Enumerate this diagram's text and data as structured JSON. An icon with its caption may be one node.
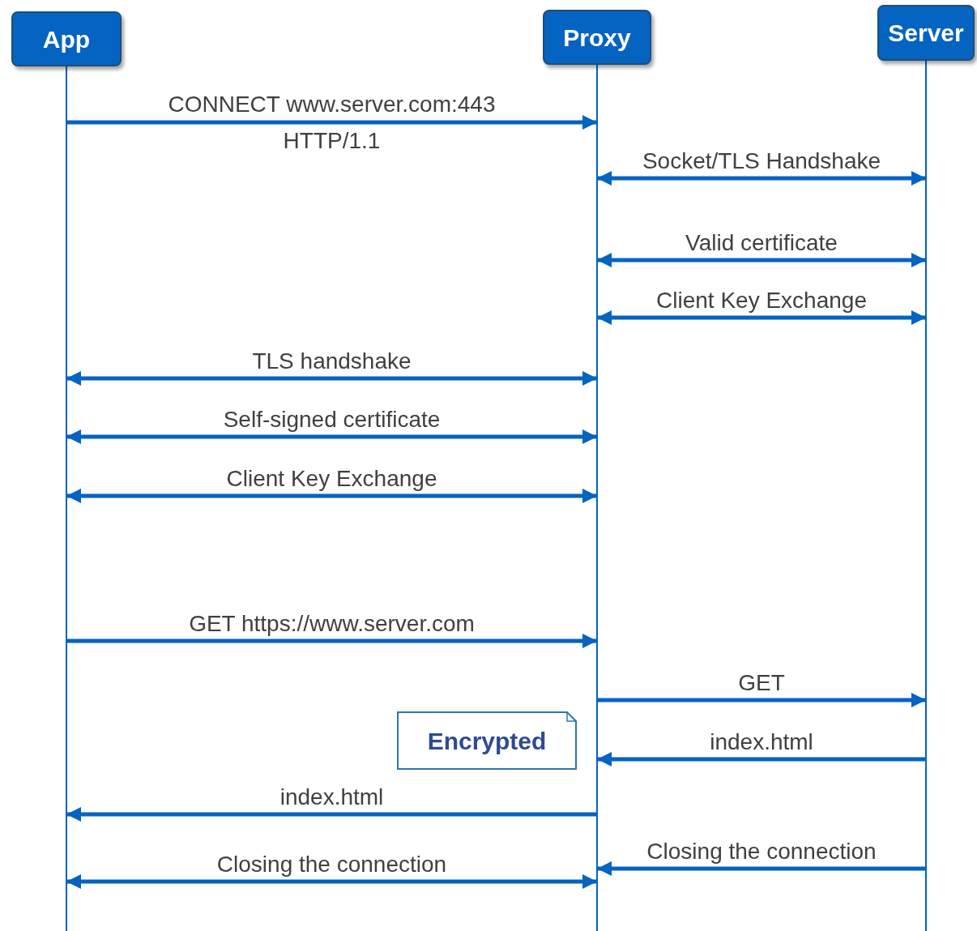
{
  "diagram": {
    "nodes": [
      {
        "text": [
          "App"
        ]
      },
      {
        "text": [
          "Proxy"
        ]
      },
      {
        "text": [
          "Server"
        ]
      },
      {
        "text": [
          "Encrypted"
        ]
      }
    ],
    "edges": [
      {
        "from": 0,
        "to": 1,
        "arrow": "to",
        "label": "CONNECT www.server.com:443 HTTP/1.1"
      },
      {
        "from": 1,
        "to": 2,
        "arrow": "both",
        "label": "Socket/TLS Handshake"
      },
      {
        "from": 1,
        "to": 2,
        "arrow": "both",
        "label": "Valid certificate"
      },
      {
        "from": 1,
        "to": 2,
        "arrow": "both",
        "label": "Client Key Exchange"
      },
      {
        "from": 0,
        "to": 1,
        "arrow": "both",
        "label": "TLS handshake"
      },
      {
        "from": 0,
        "to": 1,
        "arrow": "both",
        "label": "Self-signed certificate"
      },
      {
        "from": 0,
        "to": 1,
        "arrow": "both",
        "label": "Client Key Exchange"
      },
      {
        "from": 0,
        "to": 1,
        "arrow": "to",
        "label": "GET https://www.server.com"
      },
      {
        "from": 1,
        "to": 2,
        "arrow": "to",
        "label": "GET"
      },
      {
        "from": 2,
        "to": 1,
        "arrow": "to",
        "label": "index.html"
      },
      {
        "from": 1,
        "to": 0,
        "arrow": "to",
        "label": "index.html"
      },
      {
        "from": 2,
        "to": 1,
        "arrow": "to",
        "label": "Closing the connection"
      },
      {
        "from": 0,
        "to": 1,
        "arrow": "both",
        "label": "Closing the connection"
      }
    ]
  }
}
